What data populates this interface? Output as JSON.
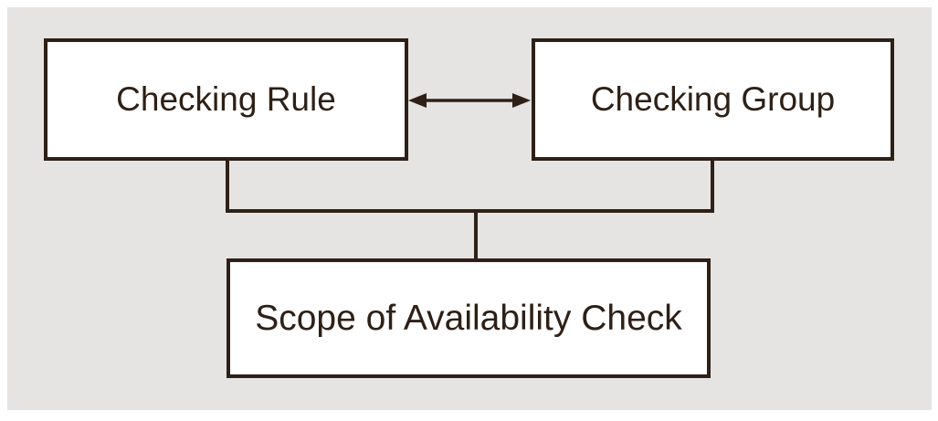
{
  "theme": {
    "background": "#ffffff",
    "panel_background": "#e5e4e2",
    "line_color": "#2e2016",
    "box_fill": "#ffffff",
    "text_color": "#2e2016"
  },
  "diagram": {
    "nodes": [
      {
        "id": "checking-rule",
        "label": "Checking Rule"
      },
      {
        "id": "checking-group",
        "label": "Checking Group"
      },
      {
        "id": "scope",
        "label": "Scope of Availability Check"
      }
    ],
    "edges": [
      {
        "from": "checking-rule",
        "to": "checking-group",
        "type": "double-headed-arrow"
      },
      {
        "from": "checking-rule",
        "to": "scope",
        "type": "elbow-line"
      },
      {
        "from": "checking-group",
        "to": "scope",
        "type": "elbow-line"
      }
    ]
  }
}
